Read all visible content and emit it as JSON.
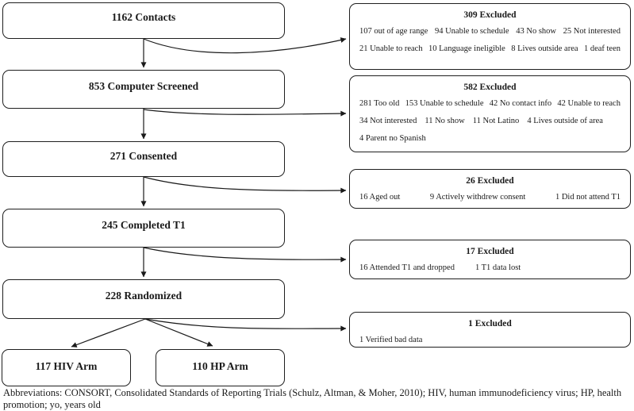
{
  "page": {
    "background": "#ffffff",
    "line_color": "#1a1a1a"
  },
  "flow": {
    "boxes": [
      {
        "id": "contacts",
        "label": "1162 Contacts"
      },
      {
        "id": "computer-screened",
        "label": "853 Computer Screened"
      },
      {
        "id": "consented",
        "label": "271 Consented"
      },
      {
        "id": "completed-t1",
        "label": "245 Completed T1"
      },
      {
        "id": "randomized",
        "label": "228 Randomized"
      },
      {
        "id": "hiv-arm",
        "label": "117 HIV Arm"
      },
      {
        "id": "hp-arm",
        "label": "110 HP Arm"
      }
    ]
  },
  "exclusions": [
    {
      "title": "309 Excluded",
      "rows": [
        [
          "107 out of age range",
          "94 Unable to schedule",
          "43 No show",
          "25 Not interested"
        ],
        [
          "21 Unable to reach",
          "10 Language ineligible",
          "8 Lives outside area",
          "1 deaf teen"
        ]
      ]
    },
    {
      "title": "582 Excluded",
      "rows": [
        [
          "281 Too old",
          "153 Unable to schedule",
          "42 No contact info",
          "42 Unable to reach"
        ],
        [
          "34 Not interested",
          "11 No show",
          "11 Not Latino",
          "4 Lives outside of area"
        ],
        [
          "4 Parent no Spanish"
        ]
      ]
    },
    {
      "title": "26 Excluded",
      "rows": [
        [
          "16 Aged out",
          "9 Actively withdrew consent",
          "1 Did not attend T1"
        ]
      ]
    },
    {
      "title": "17 Excluded",
      "rows": [
        [
          "16 Attended T1 and dropped",
          "1 T1 data lost"
        ]
      ]
    },
    {
      "title": "1 Excluded",
      "rows": [
        [
          "1 Verified bad data"
        ]
      ]
    }
  ],
  "caption": {
    "line1": "Abbreviations: CONSORT, Consolidated Standards of Reporting Trials (Schulz, Altman, & Moher, 2010); HIV, human immunodeficiency virus; HP, health",
    "line2": "promotion; yo, years old"
  }
}
